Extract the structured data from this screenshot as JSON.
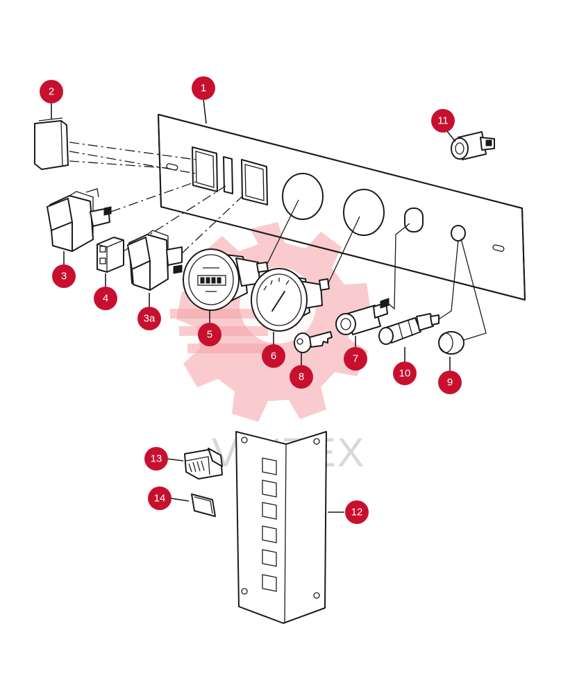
{
  "watermark": {
    "text": "VIHTEX",
    "gear_color": "#f4a0a6"
  },
  "callout_color": "#c8102e",
  "callouts": {
    "c1": "1",
    "c2": "2",
    "c3": "3",
    "c3a": "3a",
    "c4": "4",
    "c5": "5",
    "c6": "6",
    "c7": "7",
    "c8": "8",
    "c9": "9",
    "c10": "10",
    "c11": "11",
    "c12": "12",
    "c13": "13",
    "c14": "14"
  }
}
